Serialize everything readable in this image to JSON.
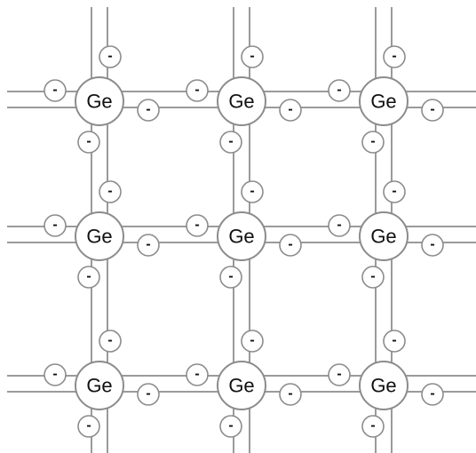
{
  "atom_label": "Ge",
  "electron_label": "-",
  "lattice": {
    "rows": 3,
    "columns": 3
  }
}
